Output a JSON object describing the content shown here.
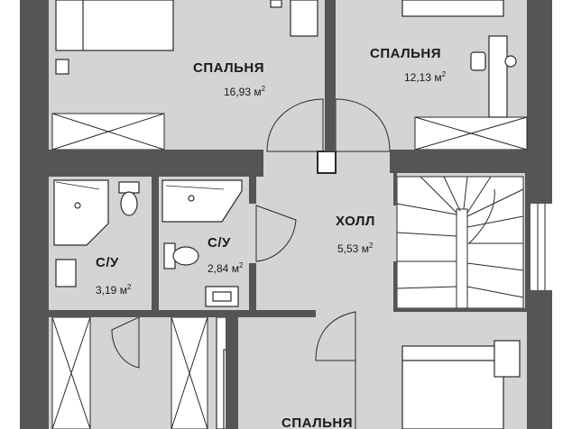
{
  "floor_plan": {
    "colors": {
      "wall": "#555555",
      "floor": "#d4d4d4",
      "fixture": "#ffffff",
      "line": "#2a2a2a"
    },
    "rooms": [
      {
        "id": "bedroom-1",
        "name": "СПАЛЬНЯ",
        "area": "16,93 м",
        "unit_power": "2"
      },
      {
        "id": "bedroom-2",
        "name": "СПАЛЬНЯ",
        "area": "12,13 м",
        "unit_power": "2"
      },
      {
        "id": "hall",
        "name": "ХОЛЛ",
        "area": "5,53 м",
        "unit_power": "2"
      },
      {
        "id": "bathroom-1",
        "name": "С/У",
        "area": "3,19 м",
        "unit_power": "2"
      },
      {
        "id": "bathroom-2",
        "name": "С/У",
        "area": "2,84 м",
        "unit_power": "2"
      },
      {
        "id": "bedroom-3",
        "name": "СПАЛЬНЯ",
        "area": "",
        "unit_power": ""
      }
    ]
  }
}
